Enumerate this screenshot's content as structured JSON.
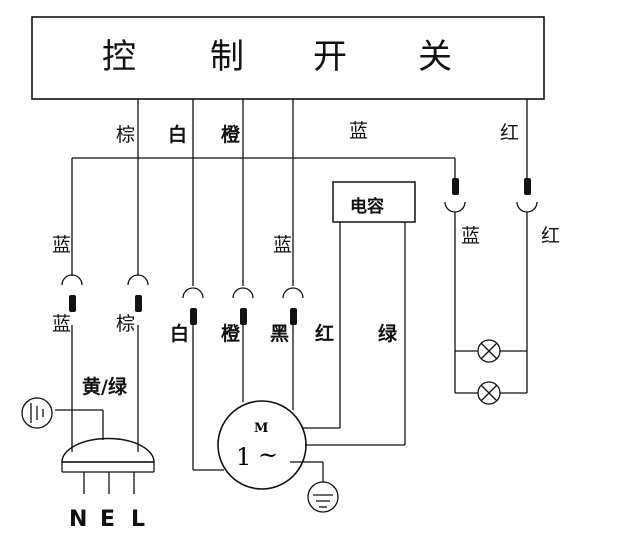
{
  "switch_box": {
    "title_chars": [
      "控",
      "制",
      "开",
      "关"
    ]
  },
  "wire_labels": {
    "brown_top": "棕",
    "white_top": "白",
    "orange_top": "橙",
    "blue_top": "蓝",
    "red_top": "红",
    "blue_left": "蓝",
    "blue_mid": "蓝",
    "blue_right": "蓝",
    "red_right": "红",
    "blue_plug": "蓝",
    "brown_plug": "棕",
    "white_plug": "白",
    "orange_plug": "橙",
    "black_plug": "黑",
    "red_mid": "红",
    "green_mid": "绿",
    "yellow_green": "黄/绿"
  },
  "capacitor": {
    "label": "电容"
  },
  "motor": {
    "symbol": "M",
    "phase": "1",
    "ac": "~"
  },
  "power_plug": {
    "n": "N",
    "e": "E",
    "l": "L"
  }
}
